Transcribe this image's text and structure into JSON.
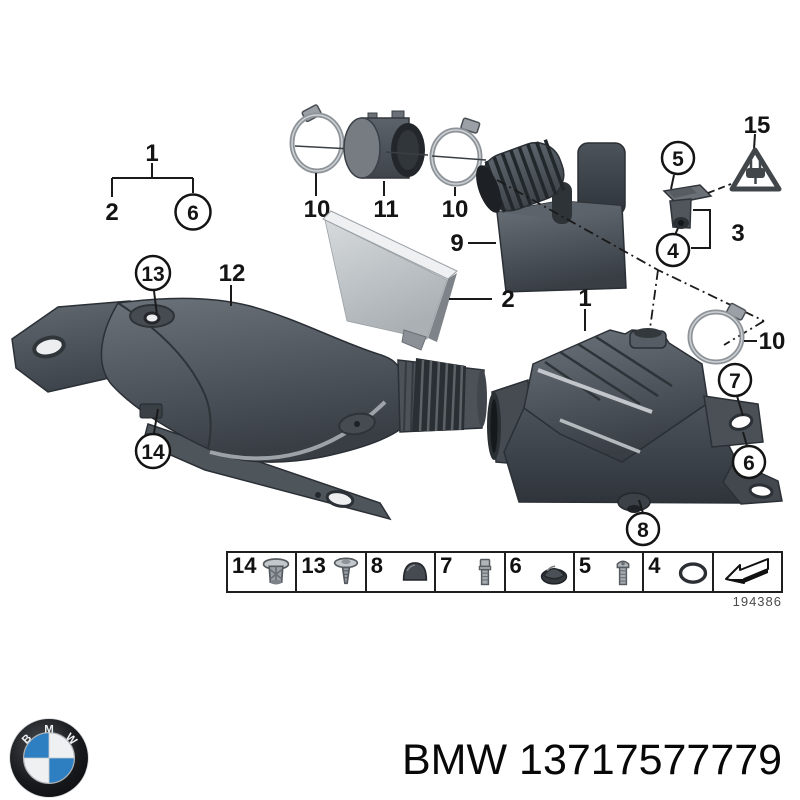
{
  "page": {
    "background": "#ffffff"
  },
  "colors": {
    "bmw_blue": "#2e7fc2",
    "part_gray": "#4d545b",
    "line_black": "#1a1a1a"
  },
  "diagram": {
    "footnote_number": "194386",
    "callouts": {
      "group_parent": "1",
      "group_child_left": "2",
      "group_child_right": "6",
      "clamp_front": "10",
      "sleeve": "11",
      "clamp_middle": "10",
      "intake_muffler": "9",
      "filter_element": "2",
      "maf_screw": "5",
      "maf_oring": "4",
      "maf_group": "3",
      "electrical_warning": "15",
      "duct_rivet": "13",
      "intake_duct": "12",
      "duct_nut": "14",
      "filter_housing": "1",
      "clamp_rear": "10",
      "housing_bolt": "7",
      "housing_grommet": "6",
      "housing_cap": "8"
    },
    "legend_items": [
      {
        "num": "14",
        "icon": "expanding-nut-icon"
      },
      {
        "num": "13",
        "icon": "expanding-rivet-icon"
      },
      {
        "num": "8",
        "icon": "cap-icon"
      },
      {
        "num": "7",
        "icon": "bolt-icon"
      },
      {
        "num": "6",
        "icon": "grommet-icon"
      },
      {
        "num": "5",
        "icon": "screw-icon"
      },
      {
        "num": "4",
        "icon": "o-ring-icon"
      },
      {
        "num": "",
        "icon": "continuation-arrow-icon"
      }
    ]
  },
  "footer": {
    "part_title": "BMW 13717577779",
    "logo_letters": {
      "b": "B",
      "m": "M",
      "w": "W"
    }
  }
}
